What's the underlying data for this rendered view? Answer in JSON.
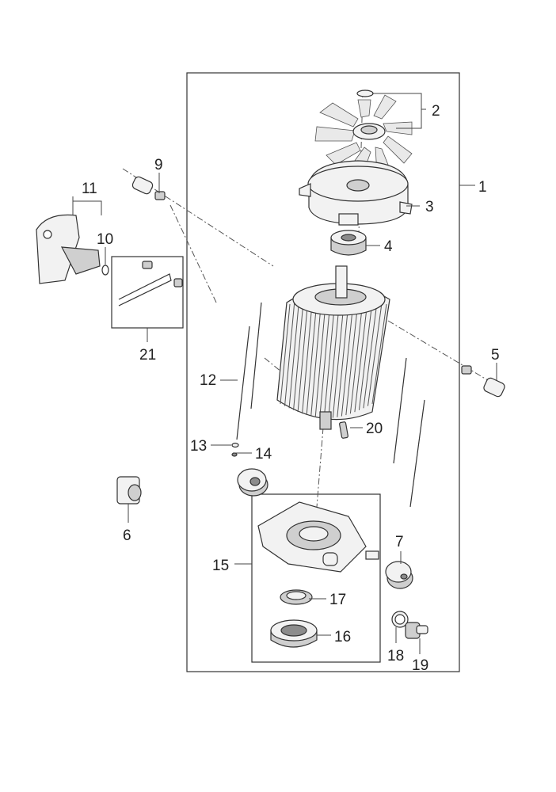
{
  "callouts": [
    "1",
    "2",
    "3",
    "4",
    "5",
    "6",
    "7",
    "9",
    "10",
    "11",
    "12",
    "13",
    "14",
    "15",
    "16",
    "17",
    "18",
    "19",
    "20",
    "21"
  ]
}
